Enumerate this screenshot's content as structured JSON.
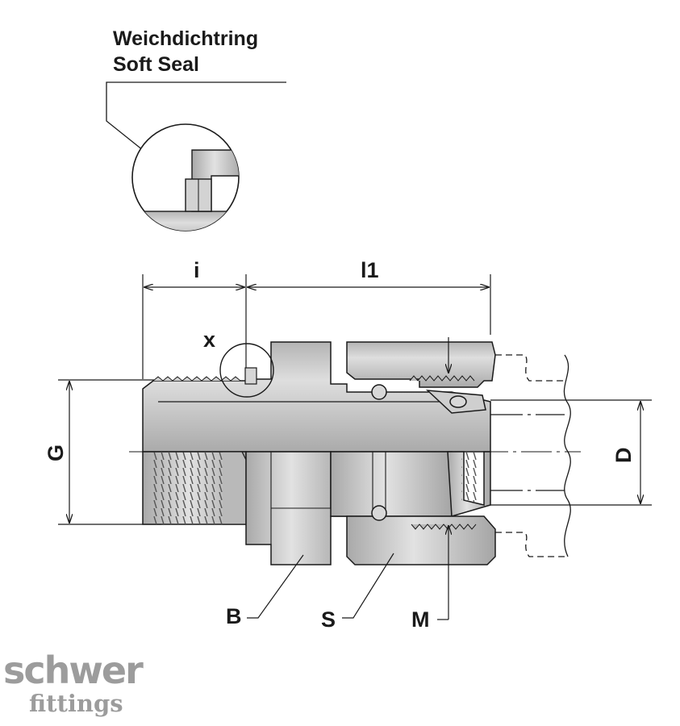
{
  "seal_label": {
    "de": "Weichdichtring",
    "en": "Soft Seal"
  },
  "dimensions": {
    "i": "i",
    "l1": "l1",
    "x": "x",
    "G": "G",
    "D": "D",
    "B": "B",
    "S": "S",
    "M": "M"
  },
  "logo": {
    "line1": "schwer",
    "line2": "fittings",
    "color": "#9c9c9c"
  },
  "colors": {
    "metal": "#c9c9c9",
    "metal_dark": "#a8a8a8",
    "outline": "#1a1a1a"
  }
}
